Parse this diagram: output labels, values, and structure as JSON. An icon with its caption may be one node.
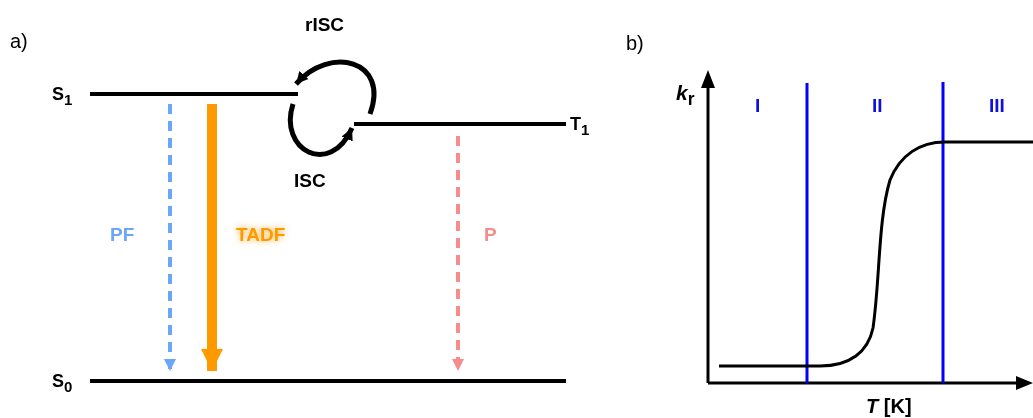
{
  "diagram": {
    "nodes": [
      {
        "text": [
          "S$_{1}$"
        ]
      },
      {
        "text": [
          "T$_{1}$"
        ]
      },
      {
        "text": [
          "S$_{0}$"
        ]
      }
    ],
    "edges": [
      {
        "from": 0,
        "to": 2,
        "arrow": "to",
        "label": "PF",
        "style": "dashed",
        "color": "#6aa7f8"
      },
      {
        "from": 0,
        "to": 2,
        "arrow": "to",
        "label": "TADF",
        "style": "thick",
        "color": "#ff9900"
      },
      {
        "from": 1,
        "to": 2,
        "arrow": "to",
        "label": "P",
        "style": "dashed",
        "color": "#f78c8c"
      },
      {
        "from": 0,
        "to": 1,
        "arrow": "to",
        "label": "ISC"
      },
      {
        "from": 1,
        "to": 0,
        "arrow": "to",
        "label": "rISC"
      }
    ],
    "labels": [
      "a)",
      "b)",
      "*k*$_{r}$",
      "I",
      "II",
      "III",
      "*T* [K]"
    ]
  }
}
